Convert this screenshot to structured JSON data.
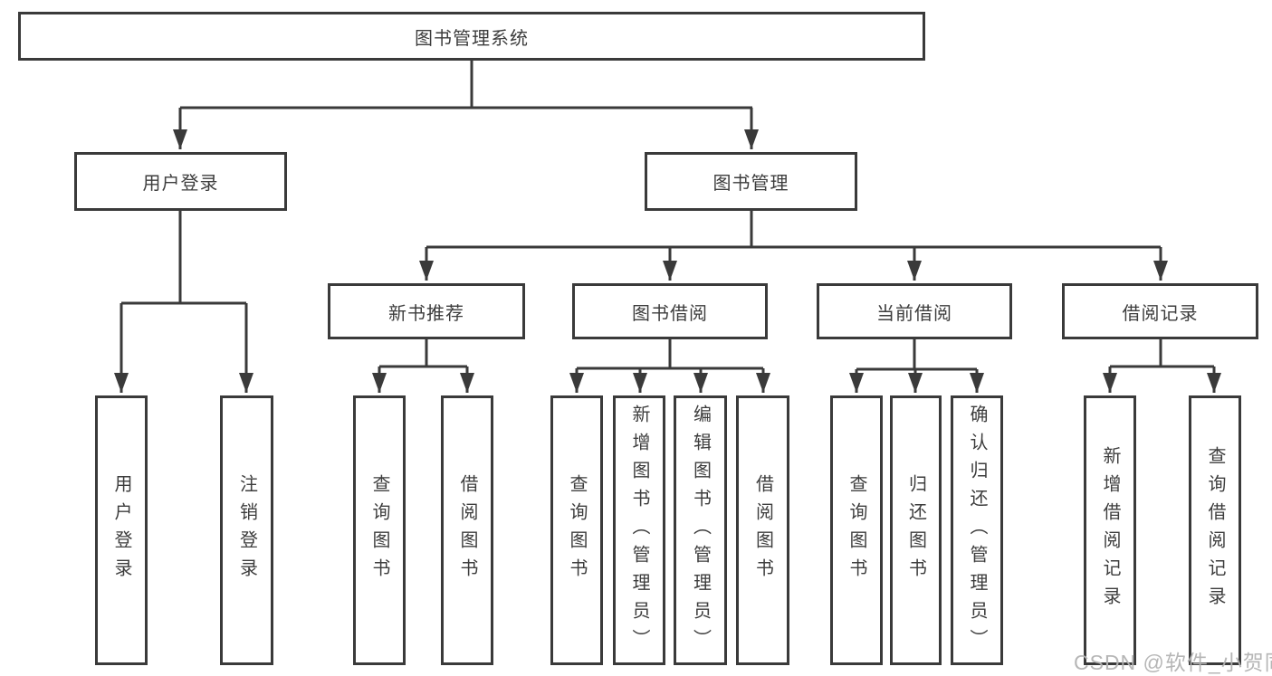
{
  "system": {
    "label": "图书管理系统"
  },
  "modules": [
    {
      "label": "用户登录",
      "children": [
        {
          "label": "用户登录"
        },
        {
          "label": "注销登录"
        }
      ]
    },
    {
      "label": "图书管理",
      "sections": [
        {
          "label": "新书推荐",
          "children": [
            {
              "label": "查询图书"
            },
            {
              "label": "借阅图书"
            }
          ]
        },
        {
          "label": "图书借阅",
          "children": [
            {
              "label": "查询图书"
            },
            {
              "label": "新增图书（管理员）"
            },
            {
              "label": "编辑图书（管理员）"
            },
            {
              "label": "借阅图书"
            }
          ]
        },
        {
          "label": "当前借阅",
          "children": [
            {
              "label": "查询图书"
            },
            {
              "label": "归还图书"
            },
            {
              "label": "确认归还（管理员）"
            }
          ]
        },
        {
          "label": "借阅记录",
          "children": [
            {
              "label": "新增借阅记录"
            },
            {
              "label": "查询借阅记录"
            }
          ]
        }
      ]
    }
  ],
  "watermark": {
    "text": "CSDN @软件_小贺同学"
  },
  "colors": {
    "line": "#3a3a3a",
    "text": "#3d3d3d",
    "box_background": "#ffffff",
    "watermark": "#b2b2b2"
  }
}
